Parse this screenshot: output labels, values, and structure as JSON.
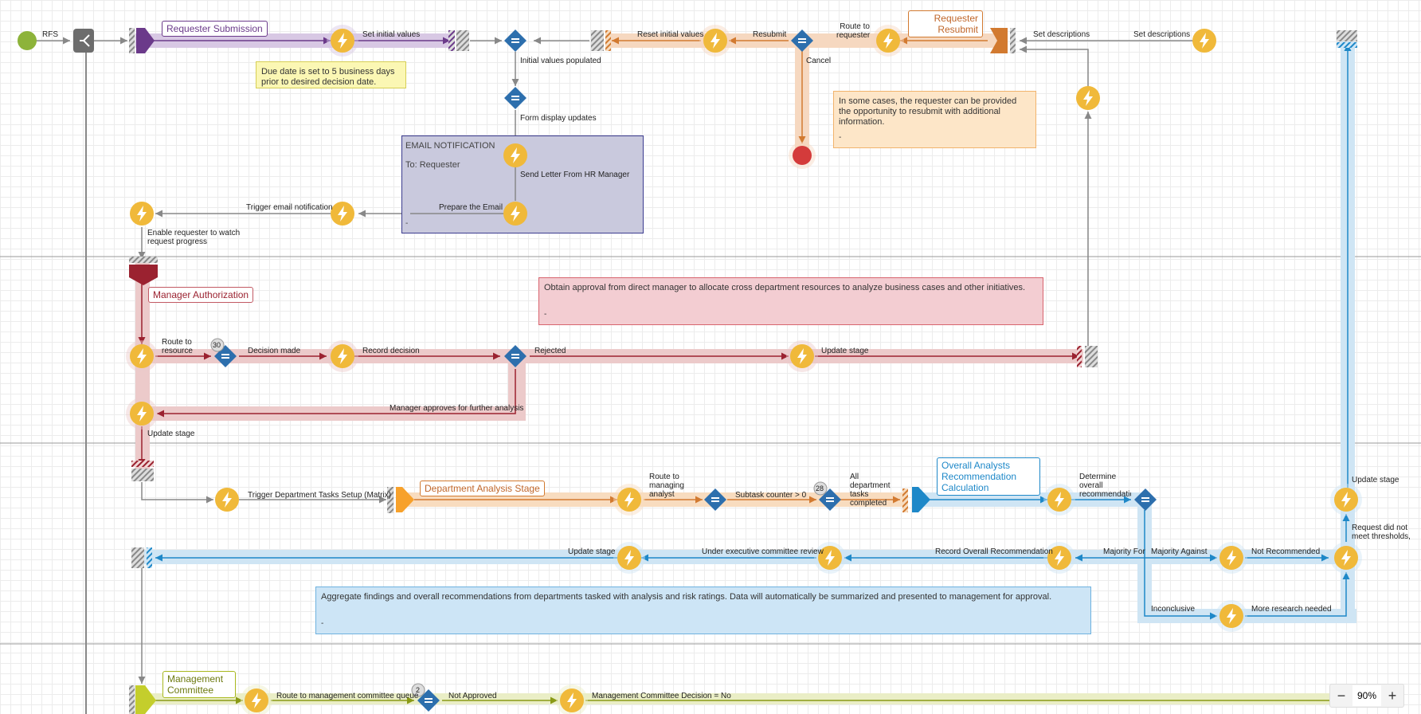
{
  "colors": {
    "purple": "#6b3a8a",
    "orange": "#d27a30",
    "red": "#9b2230",
    "blue": "#1e88c8",
    "lime": "#a8b81e",
    "bolt": "#f0b93a",
    "diamond": "#2d6fad",
    "start": "#8db33a",
    "end": "#d43b3b"
  },
  "stages": {
    "requester_submission": "Requester Submission",
    "requester_resubmit": "Requester Resubmit",
    "manager_authorization": "Manager Authorization",
    "department_analysis": "Department Analysis Stage",
    "overall_analysts": "Overall Analysts Recommendation Calculation",
    "management_committee": "Management Committee"
  },
  "labels": {
    "rfs": "RFS",
    "set_initial_values": "Set initial values",
    "initial_values_populated": "Initial values populated",
    "form_display_updates": "Form display updates",
    "reset_initial_values": "Reset initial values",
    "resubmit": "Resubmit",
    "route_to_requester": "Route to requester",
    "cancel": "Cancel",
    "set_descriptions_1": "Set descriptions",
    "set_descriptions_2": "Set descriptions",
    "send_letter": "Send Letter From HR Manager",
    "prepare_email": "Prepare the Email",
    "trigger_email": "Trigger email notification",
    "enable_requester": "Enable requester to watch request progress",
    "route_to_resource": "Route to resource",
    "decision_made": "Decision made",
    "record_decision": "Record decision",
    "rejected": "Rejected",
    "update_stage_1": "Update stage",
    "manager_approves": "Manager approves for further analysis",
    "update_stage_2": "Update stage",
    "trigger_dept_tasks": "Trigger Department Tasks Setup (Matrix)",
    "route_to_managing": "Route to managing analyst",
    "subtask_counter": "Subtask counter > 0",
    "all_dept_tasks": "All department tasks completed",
    "determine_overall": "Determine overall recommendation",
    "update_stage_3": "Update stage",
    "request_did_not_meet": "Request did not meet thresholds, analyst rej",
    "update_stage_4": "Update stage",
    "under_exec_review": "Under executive committee review",
    "record_overall": "Record Overall Recommendation",
    "majority_for": "Majority For",
    "majority_against": "Majority Against",
    "not_recommended": "Not Recommended",
    "inconclusive": "Inconclusive",
    "more_research": "More research needed",
    "route_to_mgmt_queue": "Route to management committee queue",
    "not_approved": "Not Approved",
    "mgmt_decision_no": "Management Committee Decision = No"
  },
  "badges": {
    "b30": "30",
    "b28": "28",
    "b2": "2"
  },
  "notes": {
    "due_date": "Due date is set to 5 business days prior to desired decision date.",
    "resubmit_note": "In some cases, the requester can be provided the opportunity to resubmit with additional information.",
    "obtain_approval": "Obtain approval from direct manager to allocate cross department resources to analyze business cases and other initiatives.",
    "aggregate": "Aggregate findings and overall recommendations from departments tasked with analysis and risk ratings. Data will automatically be summarized and presented to management for approval.",
    "dash": "-"
  },
  "email": {
    "title": "EMAIL NOTIFICATION",
    "to": "To: Requester",
    "dash": "-"
  },
  "zoom": {
    "minus": "−",
    "value": "90%",
    "plus": "+"
  }
}
